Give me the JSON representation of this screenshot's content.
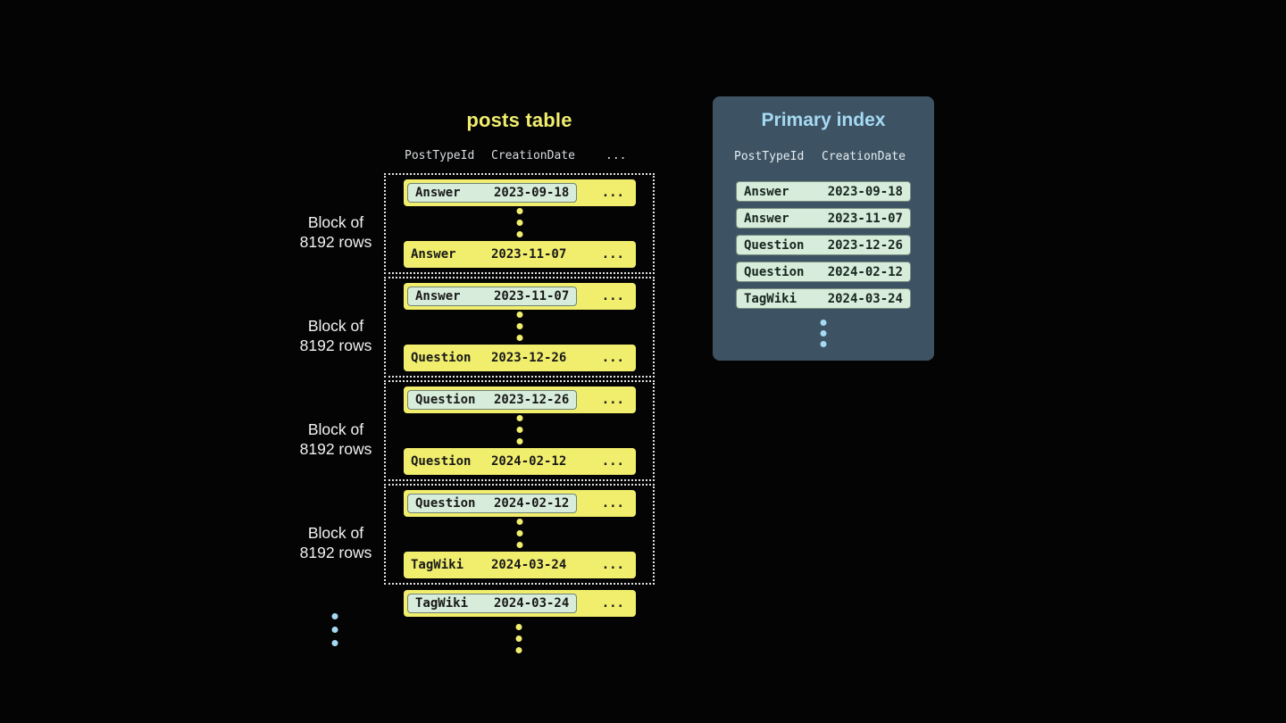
{
  "colors": {
    "background": "#040404",
    "row_yellow": "#f1ee6e",
    "chip_green": "#d7ecda",
    "panel_slate": "#3d5363",
    "title_yellow": "#f1ee6e",
    "title_blue": "#a6d9f3",
    "dot_blue": "#a6d9f3"
  },
  "posts_table": {
    "title": "posts table",
    "headers": [
      "PostTypeId",
      "CreationDate",
      "..."
    ],
    "blocks": [
      {
        "label": [
          "Block of",
          "8192 rows"
        ],
        "first_row": {
          "post_type": "Answer",
          "creation_date": "2023-09-18",
          "more": "..."
        },
        "last_row": {
          "post_type": "Answer",
          "creation_date": "2023-11-07",
          "more": "..."
        }
      },
      {
        "label": [
          "Block of",
          "8192 rows"
        ],
        "first_row": {
          "post_type": "Answer",
          "creation_date": "2023-11-07",
          "more": "..."
        },
        "last_row": {
          "post_type": "Question",
          "creation_date": "2023-12-26",
          "more": "..."
        }
      },
      {
        "label": [
          "Block of",
          "8192 rows"
        ],
        "first_row": {
          "post_type": "Question",
          "creation_date": "2023-12-26",
          "more": "..."
        },
        "last_row": {
          "post_type": "Question",
          "creation_date": "2024-02-12",
          "more": "..."
        }
      },
      {
        "label": [
          "Block of",
          "8192 rows"
        ],
        "first_row": {
          "post_type": "Question",
          "creation_date": "2024-02-12",
          "more": "..."
        },
        "last_row": {
          "post_type": "TagWiki",
          "creation_date": "2024-03-24",
          "more": "..."
        }
      }
    ],
    "next_block_row": {
      "post_type": "TagWiki",
      "creation_date": "2024-03-24",
      "more": "..."
    }
  },
  "primary_index": {
    "title": "Primary index",
    "headers": [
      "PostTypeId",
      "CreationDate"
    ],
    "rows": [
      {
        "post_type": "Answer",
        "creation_date": "2023-09-18"
      },
      {
        "post_type": "Answer",
        "creation_date": "2023-11-07"
      },
      {
        "post_type": "Question",
        "creation_date": "2023-12-26"
      },
      {
        "post_type": "Question",
        "creation_date": "2024-02-12"
      },
      {
        "post_type": "TagWiki",
        "creation_date": "2024-03-24"
      }
    ]
  }
}
